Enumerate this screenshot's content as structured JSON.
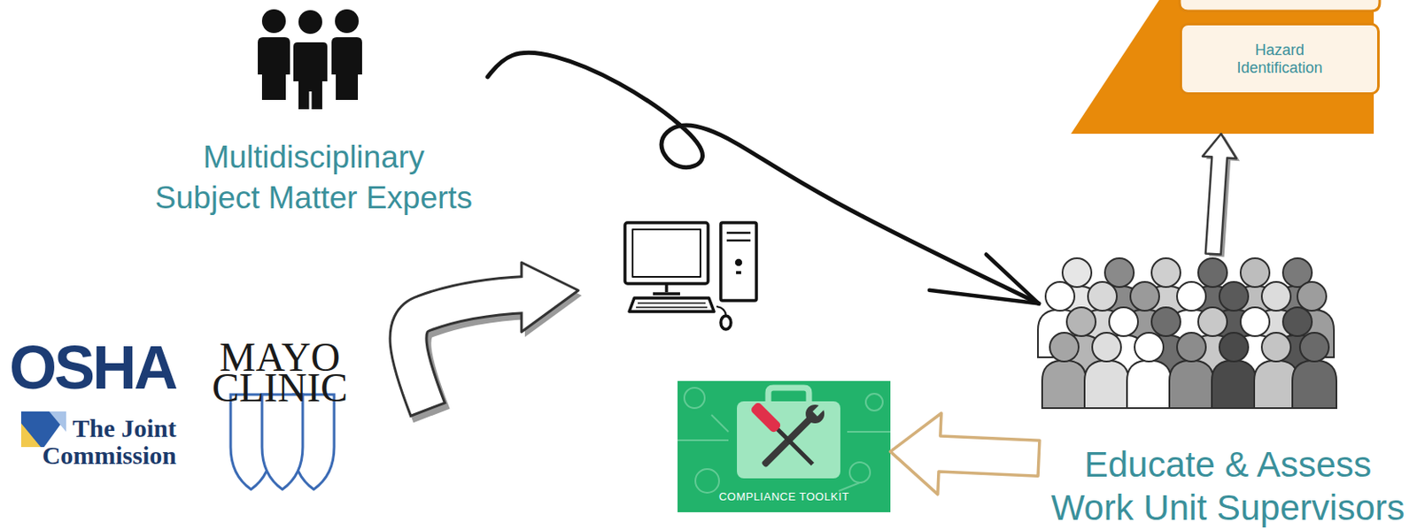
{
  "diagram": {
    "nodes": [
      {
        "text": [
          "Multidisciplinary Subject Matter Experts"
        ]
      },
      {
        "text": [
          "Hazard Identification"
        ]
      },
      {
        "text": [
          "Educate & Assess Work Unit Supervisors"
        ]
      },
      {
        "text": [
          "COMPLIANCE TOOLKIT"
        ]
      }
    ],
    "edges": [
      {
        "from": 0,
        "to": 2,
        "arrow": "to"
      },
      {
        "from": 2,
        "to": 1,
        "arrow": "to"
      },
      {
        "from": 2,
        "to": 3,
        "arrow": "to"
      }
    ],
    "labels": [
      "OSHA",
      "MAYO CLINIC",
      "The Joint Commission"
    ]
  }
}
